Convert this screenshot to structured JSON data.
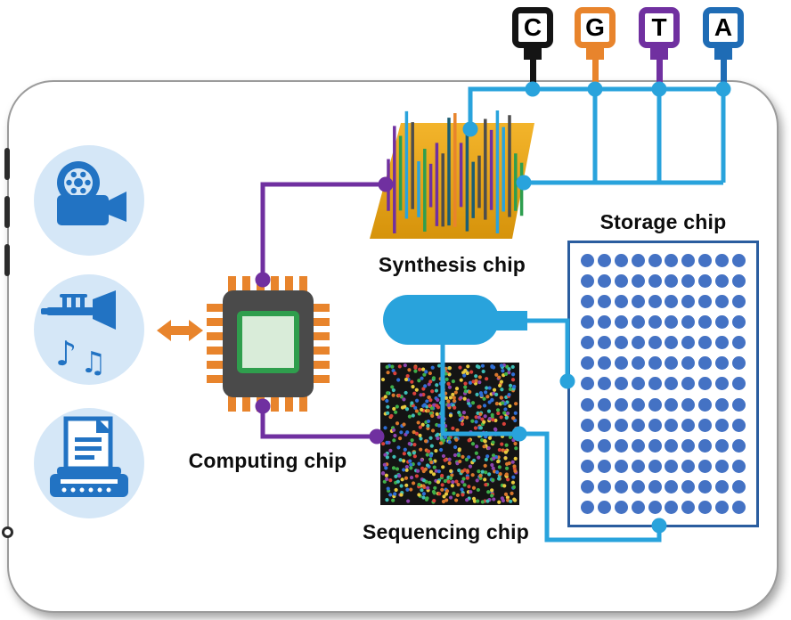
{
  "reagent_vials": [
    {
      "letter": "C",
      "color": "#141414"
    },
    {
      "letter": "G",
      "color": "#e8842c"
    },
    {
      "letter": "T",
      "color": "#7030a0"
    },
    {
      "letter": "A",
      "color": "#1f6cb5"
    }
  ],
  "chips": {
    "synthesis": {
      "label": "Synthesis chip",
      "surface_color": "#e9a71d",
      "strand_colors": [
        "#7030a0",
        "#2e9e4f",
        "#29a3dc",
        "#e8842c",
        "#1b5e73",
        "#4d4d4d"
      ]
    },
    "storage": {
      "label": "Storage chip",
      "rows": 13,
      "cols": 10,
      "dot_color": "#4472c4",
      "border_color": "#2a5d9f"
    },
    "computing": {
      "label": "Computing chip",
      "body_color": "#4a4a4a",
      "pin_color": "#e8842c",
      "core_border_color": "#2f9e4d",
      "core_fill_color": "#d9ecd9"
    },
    "sequencing": {
      "label": "Sequencing chip",
      "dot_colors": [
        "#d9413a",
        "#3fae49",
        "#2f6fd6",
        "#e8c93e",
        "#d9772c",
        "#8e44ad",
        "#3dbdb5"
      ]
    }
  },
  "media_inputs": [
    {
      "icon": "video-camera-icon"
    },
    {
      "icon": "trumpet-music-icon"
    },
    {
      "icon": "document-typewriter-icon"
    }
  ],
  "dna_tube": {
    "color": "#29a3dc"
  },
  "connection_colors": {
    "dna_flow": "#29a3dc",
    "data_flow": "#7030a0"
  },
  "transfer_arrow_color": "#e8842c"
}
